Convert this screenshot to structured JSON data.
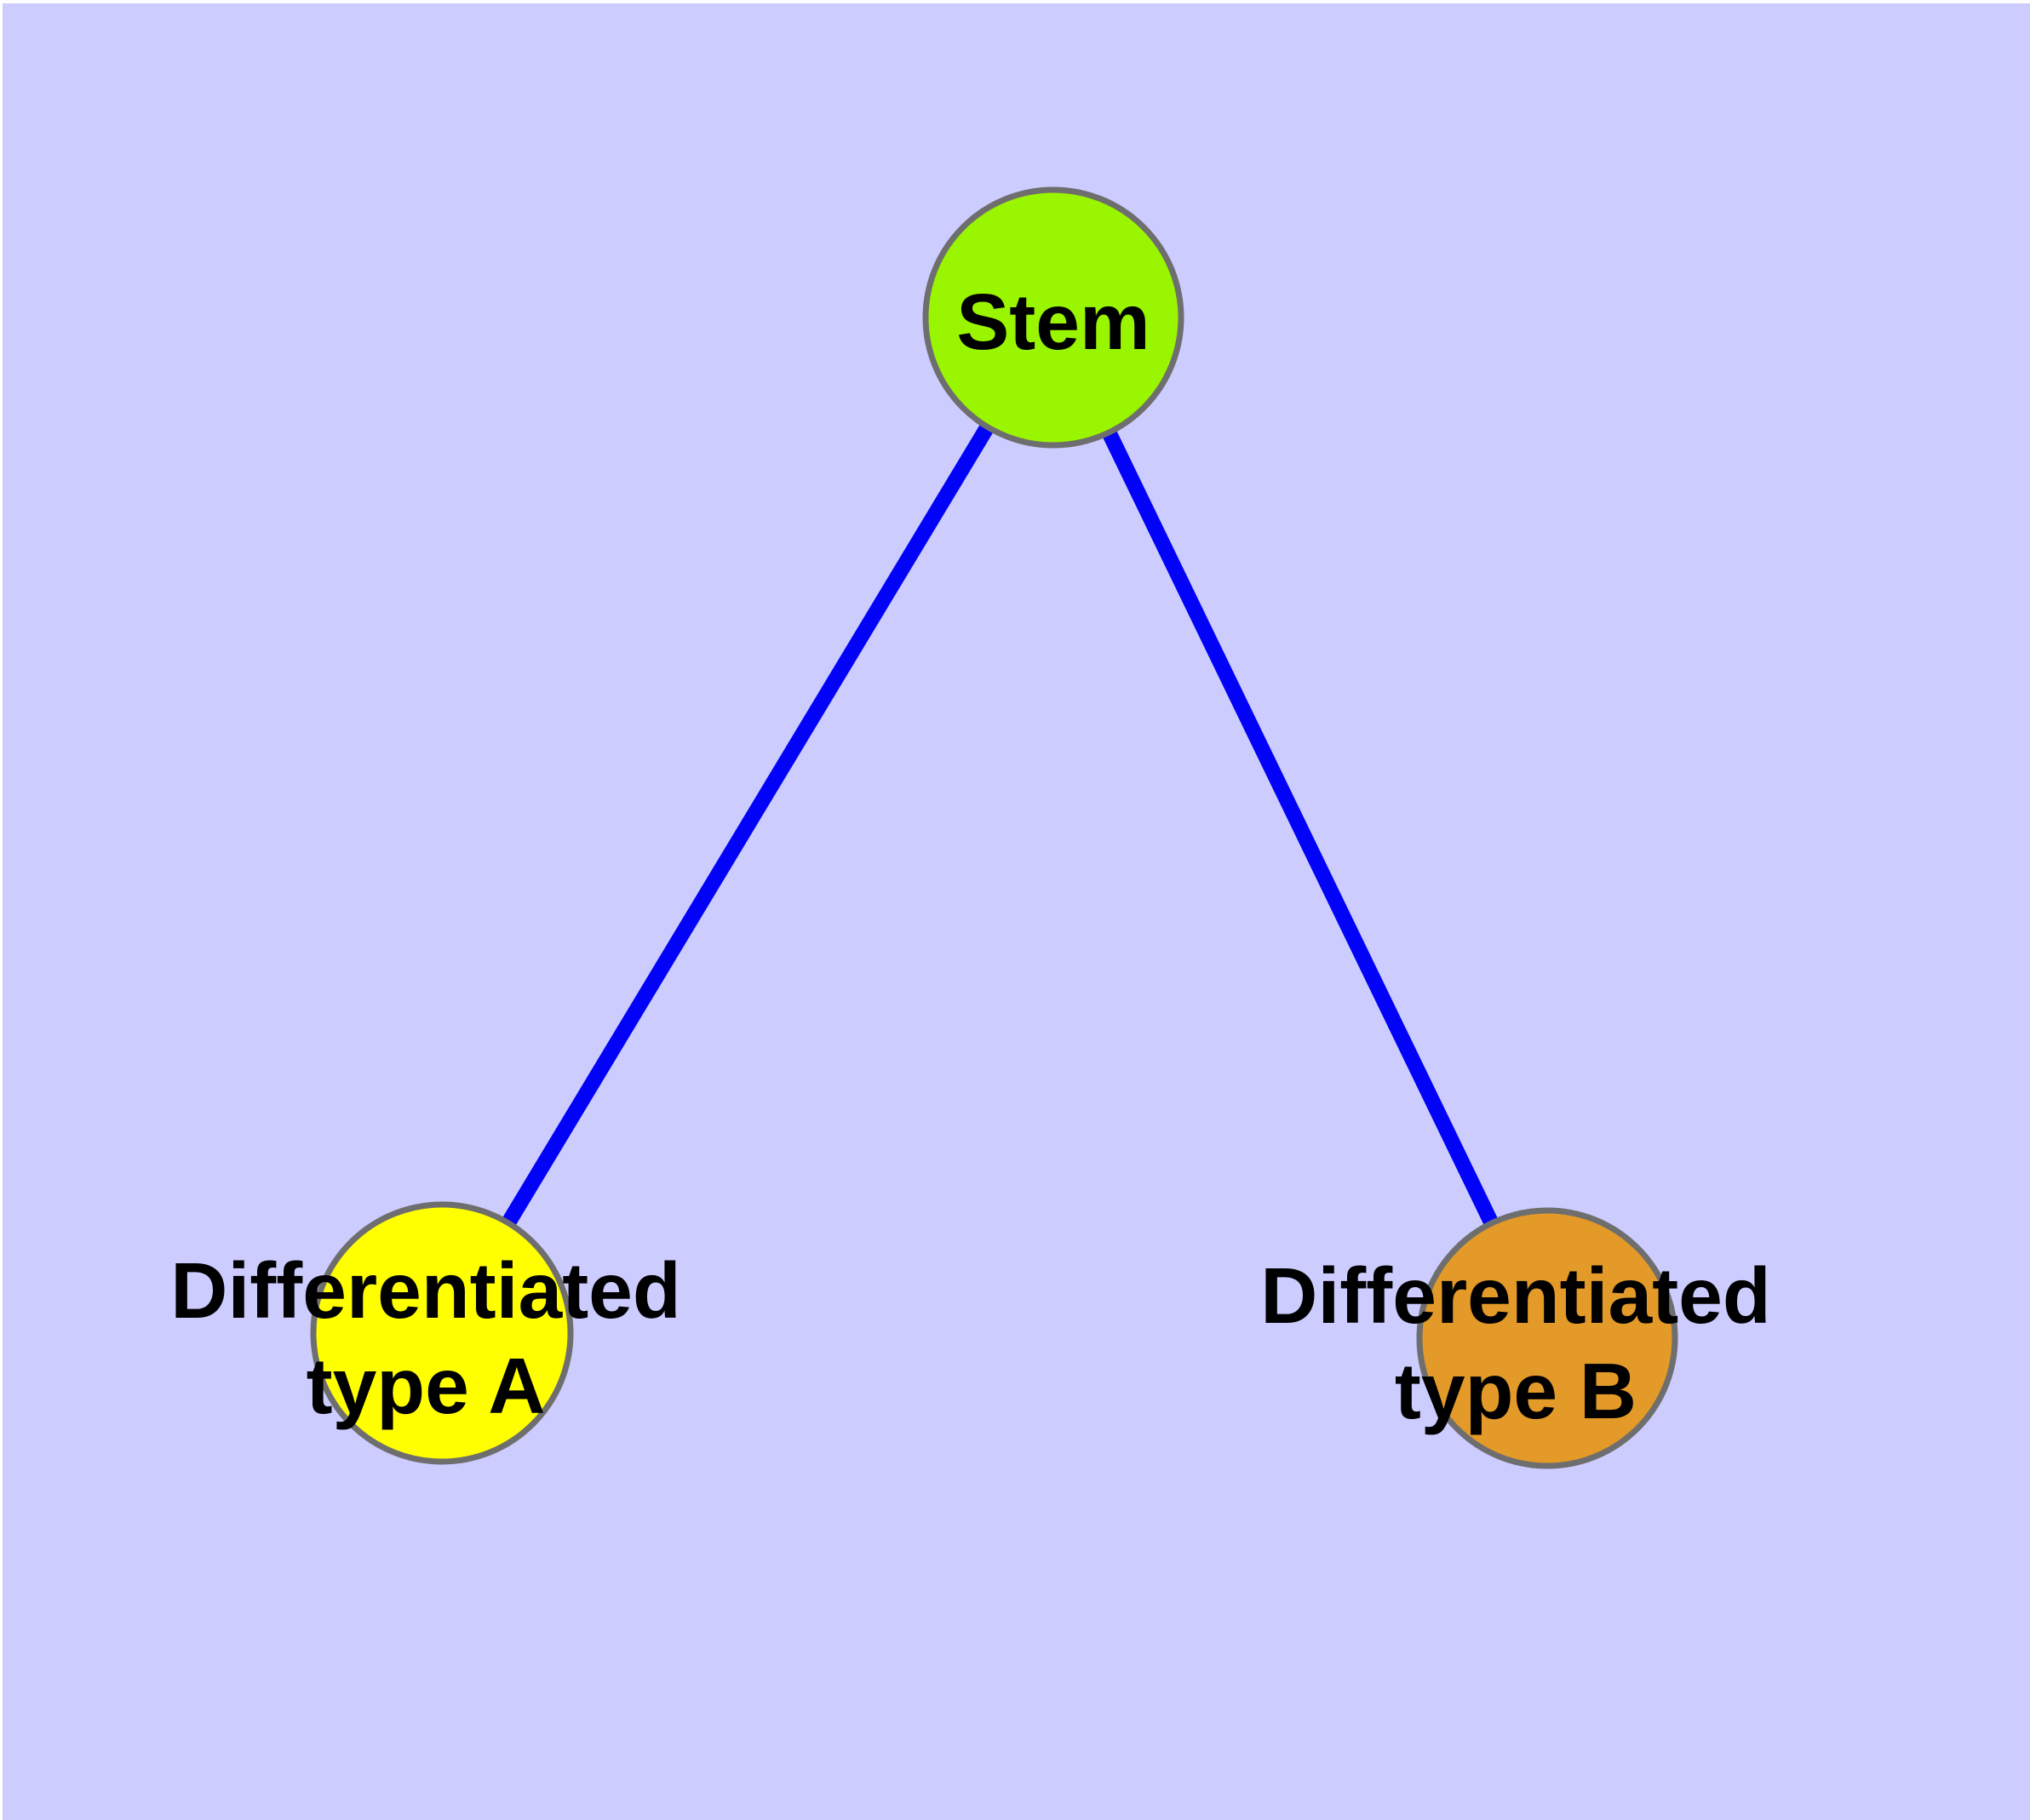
{
  "diagram": {
    "type": "node-link-graph",
    "background_color": "#CCCCFF",
    "page_margin_color": "#FFFFFF",
    "edge_color": "#0202F8",
    "node_border_color": "#6E6E6E",
    "label_color": "#000000",
    "nodes": {
      "stem": {
        "label": "Stem",
        "fill": "#9AF500"
      },
      "type_a": {
        "label_line1": "Differentiated",
        "label_line2": "type A",
        "fill": "#FFFF00"
      },
      "type_b": {
        "label_line1": "Differentiated",
        "label_line2": "type B",
        "fill": "#E39A28"
      }
    },
    "edges": [
      {
        "from": "stem",
        "to": "type_a"
      },
      {
        "from": "stem",
        "to": "type_b"
      }
    ]
  }
}
